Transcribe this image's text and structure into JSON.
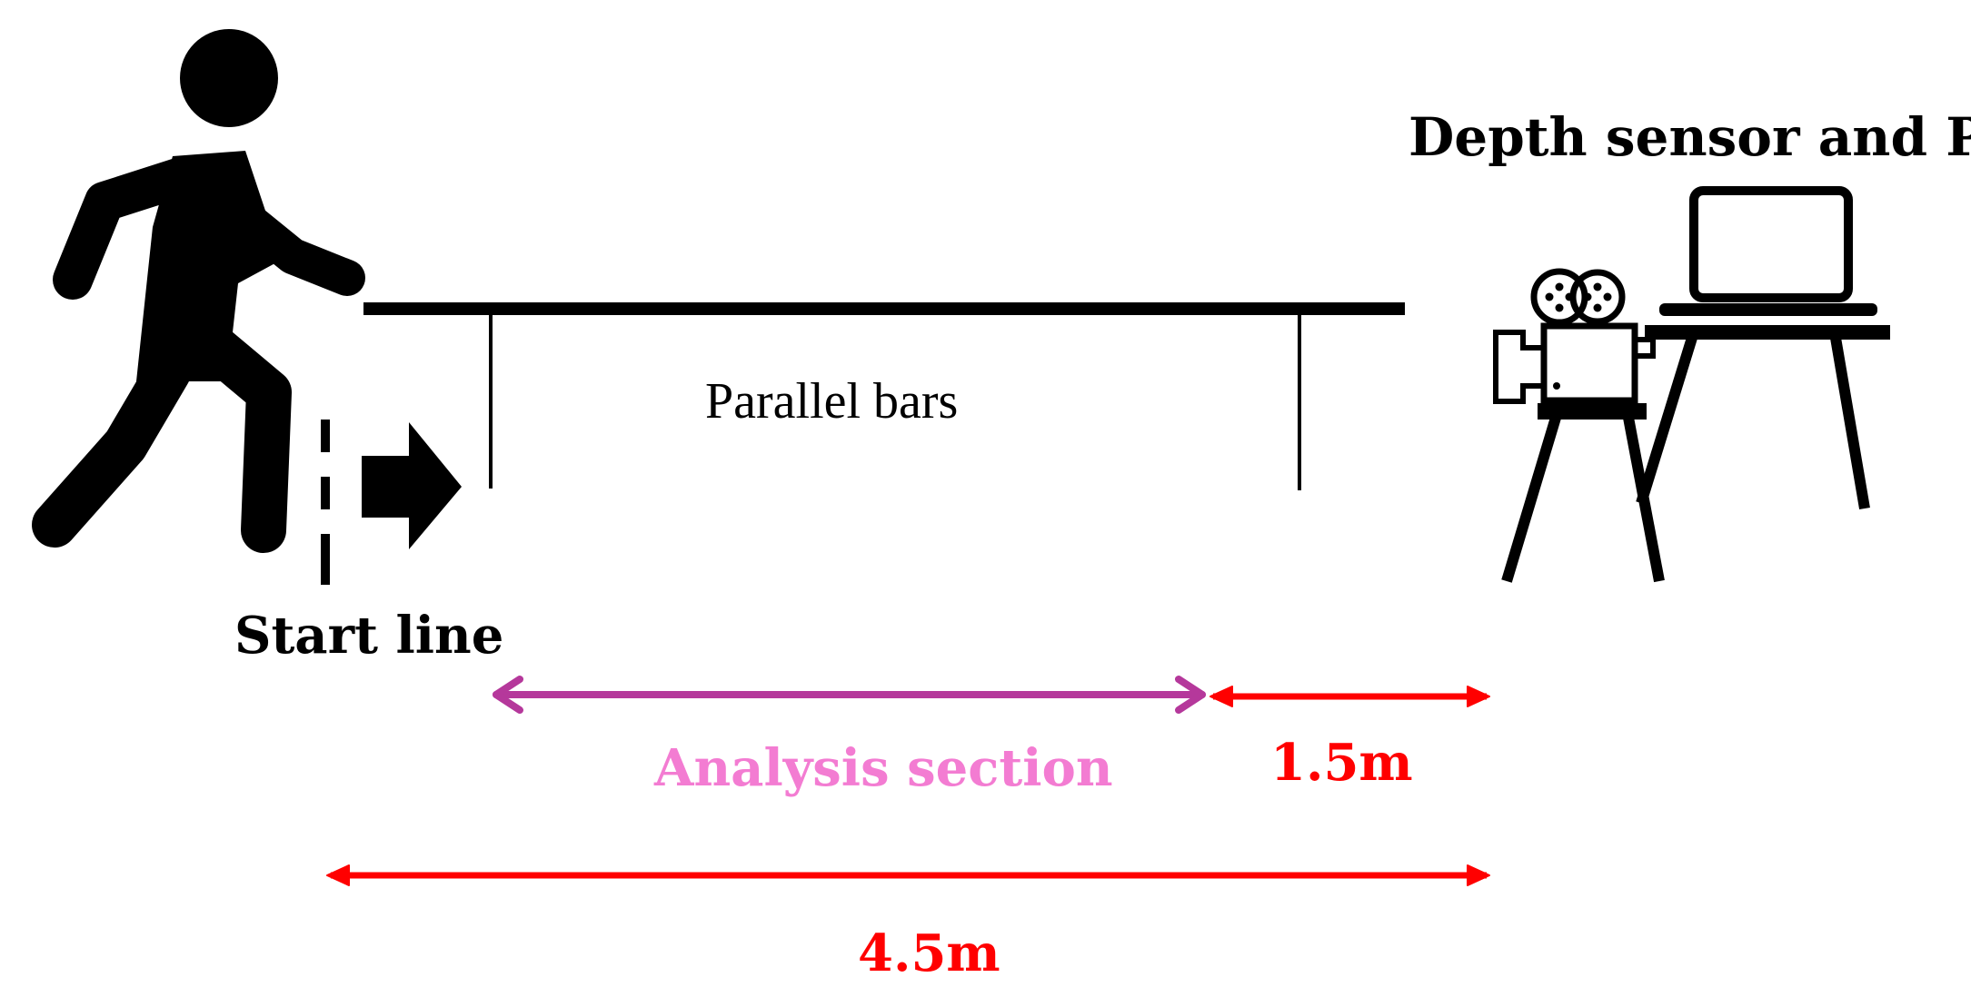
{
  "labels": {
    "sensor": "Depth sensor and PC",
    "parallel_bars": "Parallel bars",
    "start_line": "Start line",
    "analysis_section": "Analysis section",
    "short_distance": "1.5m",
    "total_distance": "4.5m"
  },
  "colors": {
    "ink": "#000000",
    "analysis_arrow": "#b5389b",
    "analysis_text": "#f37cd2",
    "distance": "#ff0000"
  },
  "icons": [
    "walking-person-icon",
    "right-arrow-icon",
    "film-camera-icon",
    "laptop-icon"
  ]
}
